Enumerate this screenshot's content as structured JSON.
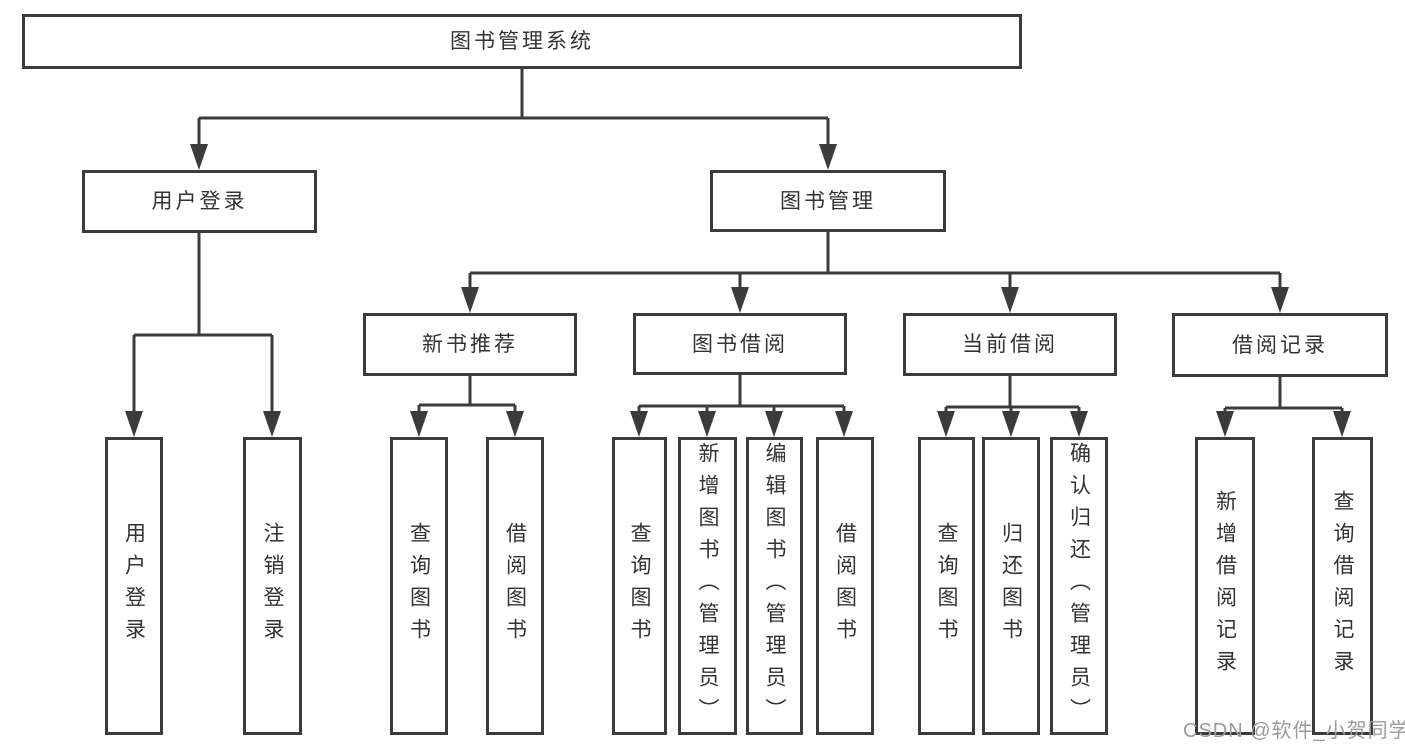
{
  "tree": {
    "root": {
      "label": "图书管理系统"
    },
    "branches": [
      {
        "label": "用户登录",
        "leaves": [
          {
            "label": "用户登录"
          },
          {
            "label": "注销登录"
          }
        ]
      },
      {
        "label": "图书管理",
        "groups": [
          {
            "label": "新书推荐",
            "leaves": [
              {
                "label": "查询图书"
              },
              {
                "label": "借阅图书"
              }
            ]
          },
          {
            "label": "图书借阅",
            "leaves": [
              {
                "label": "查询图书"
              },
              {
                "label": "新增图书（管理员）"
              },
              {
                "label": "编辑图书（管理员）"
              },
              {
                "label": "借阅图书"
              }
            ]
          },
          {
            "label": "当前借阅",
            "leaves": [
              {
                "label": "查询图书"
              },
              {
                "label": "归还图书"
              },
              {
                "label": "确认归还（管理员）"
              }
            ]
          },
          {
            "label": "借阅记录",
            "leaves": [
              {
                "label": "新增借阅记录"
              },
              {
                "label": "查询借阅记录"
              }
            ]
          }
        ]
      }
    ]
  },
  "watermark": {
    "text": "CSDN @软件_小贺同学"
  },
  "colors": {
    "line": "#3b3b3b",
    "text": "#333333",
    "watermark": "#9b9b9b",
    "background": "#ffffff"
  }
}
